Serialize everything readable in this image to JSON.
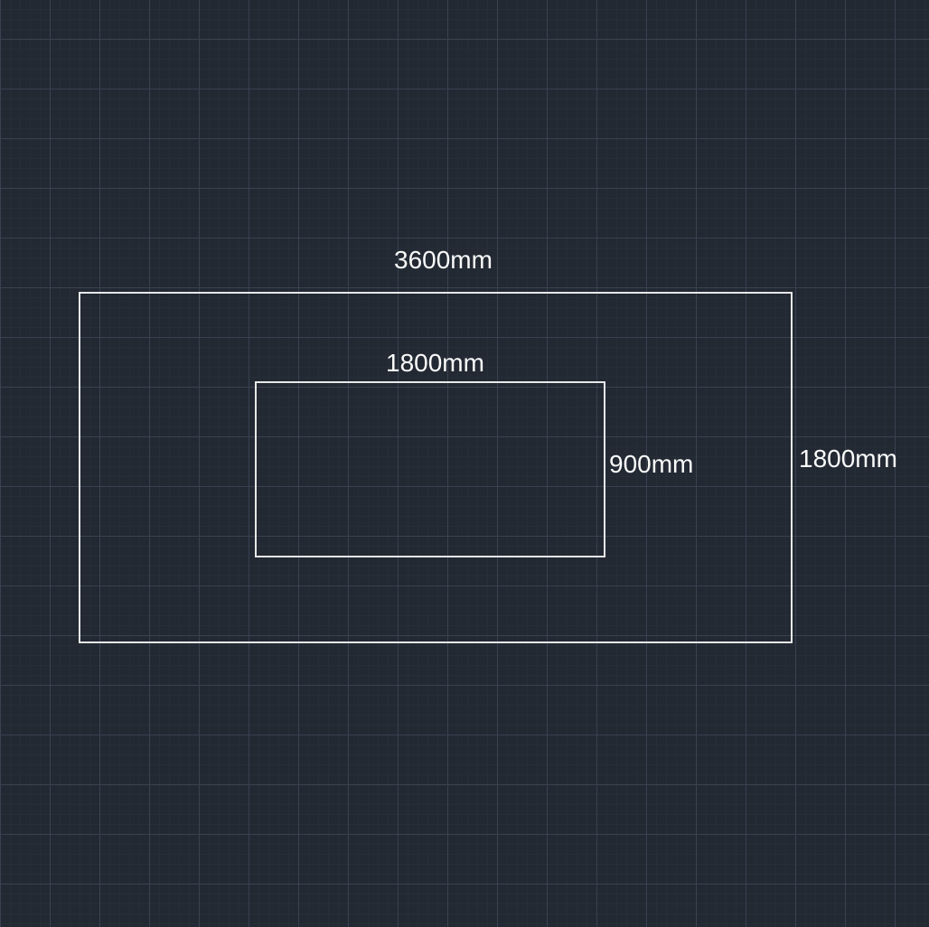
{
  "canvas": {
    "background_color": "#222933",
    "grid_minor_color": "#272E38",
    "grid_major_color": "#3A4150",
    "stroke_color": "#E8E8E8",
    "text_color": "#FAFAFA"
  },
  "shapes": {
    "outer_rect": {
      "width_label": "3600mm",
      "height_label": "1800mm"
    },
    "inner_rect": {
      "width_label": "1800mm",
      "height_label": "900mm"
    }
  }
}
